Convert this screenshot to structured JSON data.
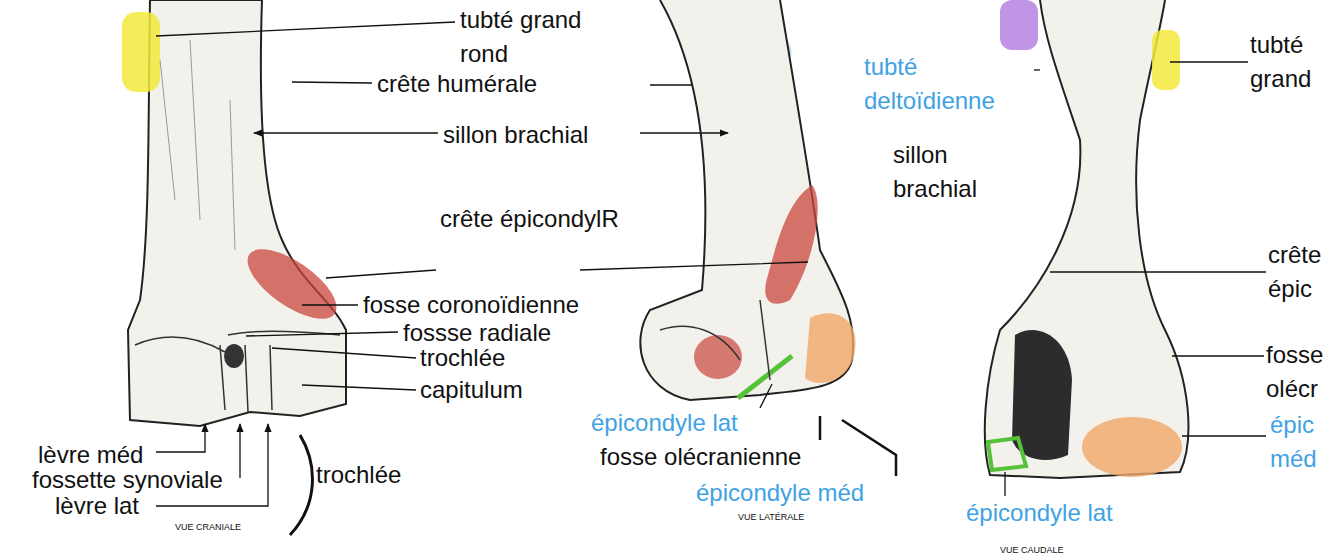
{
  "diagram": {
    "labels": [
      "tubté grand rond",
      "crête humérale",
      "sillon brachial",
      "crête épicondylR",
      "fosse coronoïdienne",
      "fossse radiale",
      "trochlée",
      "capitulum",
      "lèvre méd",
      "fossette synoviale",
      "lèvre lat",
      "trochlée",
      "VUE CRANIALE",
      "épicondyle lat",
      "fosse olécranienne",
      "épicondyle méd",
      "VUE LATÉRALE",
      "tubté deltoïdienne",
      "tubté grand",
      "sillon brachial",
      "crête épic",
      "fosse olécr",
      "épic méd",
      "épicondyle lat",
      "VUE CAUDALE"
    ]
  }
}
